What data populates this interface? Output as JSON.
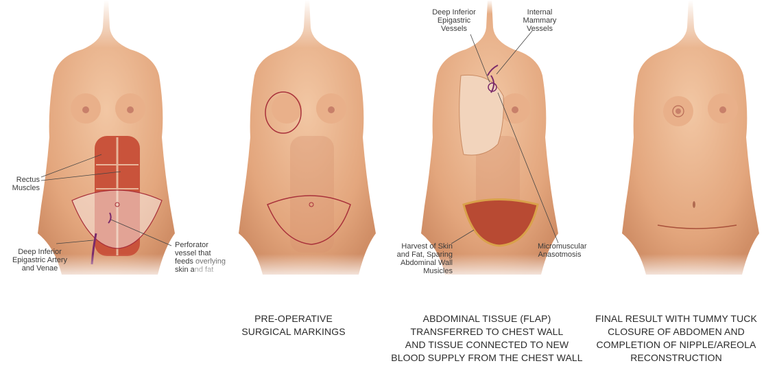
{
  "panels": [
    {
      "labels": {
        "rectus": "Rectus\nMuscles",
        "epigastric_artery": "Deep Inferior\nEpigastric Artery\nand Venae",
        "perforator": "Perforator\nvessel that\nfeeds overlying\nskin and fat"
      },
      "caption": ""
    },
    {
      "labels": {},
      "caption": "PRE-OPERATIVE\nSURGICAL MARKINGS"
    },
    {
      "labels": {
        "deep_inferior_vessels": "Deep Inferior\nEpigastric\nVessels",
        "internal_mammary": "Internal\nMammary\nVessels",
        "harvest": "Harvest of Skin\nand Fat, Sparing\nAbdominal Wall Musicles",
        "micromuscular": "Micromuscular\nAnasotmosis"
      },
      "caption": "ABDOMINAL TISSUE (FLAP)\nTRANSFERRED TO CHEST WALL\nAND TISSUE CONNECTED TO NEW\nBLOOD SUPPLY FROM THE CHEST WALL"
    },
    {
      "labels": {},
      "caption": "FINAL RESULT WITH TUMMY TUCK\nCLOSURE OF ABDOMEN AND\nCOMPLETION OF NIPPLE/AREOLA\nRECONSTRUCTION"
    }
  ],
  "colors": {
    "skin": "#e8b48c",
    "skin_shadow": "#c98a62",
    "muscle": "#c9533b",
    "marking": "#a8303a",
    "vessel": "#7a2a6a",
    "caption_text": "#2a2a2a"
  }
}
